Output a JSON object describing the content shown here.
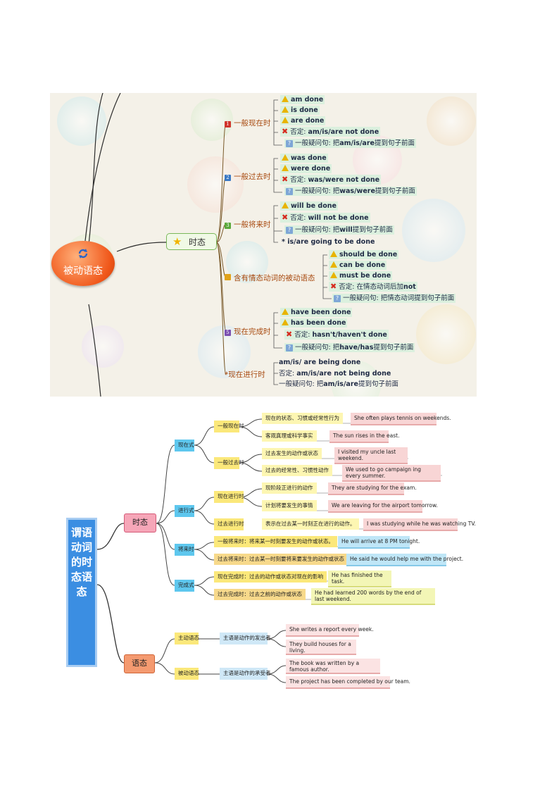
{
  "top_map": {
    "center": "被动语态",
    "branch": "时态",
    "categories": [
      {
        "num": "1",
        "label": "一般现在时",
        "color": "#d0342c"
      },
      {
        "num": "2",
        "label": "一般过去时",
        "color": "#3a78c4"
      },
      {
        "num": "3",
        "label": "一般将来时",
        "color": "#5aa83a"
      },
      {
        "num": "",
        "label": "含有情态动词的被动语态",
        "color": "#e0a21a"
      },
      {
        "num": "5",
        "label": "现在完成时",
        "color": "#7a4fb0"
      },
      {
        "num": "*",
        "label": "现在进行时",
        "color": ""
      }
    ],
    "present_simple": {
      "a": "am done",
      "b": "is done",
      "c": "are done",
      "neg_label": "否定:",
      "neg": "am/is/are not done",
      "q_label": "一般疑问句:",
      "q_pre": "把",
      "q_key": "am/is/are",
      "q_post": "提到句子前面"
    },
    "past_simple": {
      "a": "was done",
      "b": "were done",
      "neg_label": "否定:",
      "neg": "was/were not done",
      "q_label": "一般疑问句:",
      "q_pre": "把",
      "q_key": "was/were",
      "q_post": "提到句子前面"
    },
    "future_simple": {
      "a": "will be done",
      "neg_label": "否定:",
      "neg": "will not be done",
      "q_label": "一般疑问句:",
      "q_pre": "把",
      "q_key": "will",
      "q_post": "提到句子前面",
      "alt": "* is/are going to be done"
    },
    "modal": {
      "a": "should be done",
      "b": "can be done",
      "c": "must be done",
      "neg_label": "否定:",
      "neg_pre": "在情态动词后加",
      "neg_key": "not",
      "q_label": "一般疑问句:",
      "q_text": "把情态动词提到句子前面"
    },
    "present_perfect": {
      "a": "have been done",
      "b": "has been done",
      "neg_label": "否定:",
      "neg": "hasn't/haven't done",
      "q_label": "一般疑问句:",
      "q_pre": "把",
      "q_key": "have/has",
      "q_post": "提到句子前面"
    },
    "present_continuous": {
      "a": "am/is/ are being done",
      "neg_label": "否定:",
      "neg": "am/is/are not being done",
      "q_label": "一般疑问句:",
      "q_pre": "把",
      "q_key": "am/is/are",
      "q_post": "提到句子前面"
    }
  },
  "bottom_map": {
    "root": "谓语动词的时态语态",
    "tense": "时态",
    "voice": "语态",
    "simple": "现在式",
    "simple_present": "一般现在时",
    "simple_past": "一般过去时",
    "progressive": "进行式",
    "present_progressive": "现在进行时",
    "past_progressive": "过去进行时",
    "future": "将来时",
    "perfect": "完成式",
    "active": "主动语态",
    "passive": "被动语态",
    "rows": {
      "sp1": {
        "desc": "现在的状态、习惯或经常性行为",
        "ex": "She often plays tennis on weekends."
      },
      "sp2": {
        "desc": "客观真理或科学事实",
        "ex": "The sun rises in the east."
      },
      "pa1": {
        "desc": "过去发生的动作或状态",
        "ex": "I visited my uncle last weekend."
      },
      "pa2": {
        "desc": "过去的经常性、习惯性动作",
        "ex": "We used to go campaign ing every summer."
      },
      "pp1": {
        "desc": "现阶段正进行的动作",
        "ex": "They are studying for the exam."
      },
      "pp2": {
        "desc": "计划将要发生的事情",
        "ex": "We are leaving for the airport tomorrow."
      },
      "ppast": {
        "desc": "表示在过去某一时刻正在进行的动作。",
        "ex": "I was studying while he was watching TV."
      },
      "fut1": {
        "desc": "一般将来时：将来某一时刻要发生的动作或状态。",
        "ex": "He will arrive at 8 PM tonight."
      },
      "fut2": {
        "desc": "过去将来时：过去某一时刻要将来要发生的动作或状态",
        "ex": "He said he would help me with the project."
      },
      "perf1": {
        "desc": "现在完成时：过去的动作或状态对现在的影响",
        "ex": "He has  finished  the task."
      },
      "perf2": {
        "desc": "过去完成时：过去之前的动作或状态",
        "ex": "He had  learned 200 words  by the end of last weekend."
      },
      "act": {
        "desc": "主语是动作的发出者",
        "ex1": "She writes a report every week.",
        "ex2": "They build houses for a living."
      },
      "pas": {
        "desc": "主语是动作的承受者",
        "ex1": "The book was written by a famous author.",
        "ex2": "The project has been completed by our team."
      }
    }
  }
}
